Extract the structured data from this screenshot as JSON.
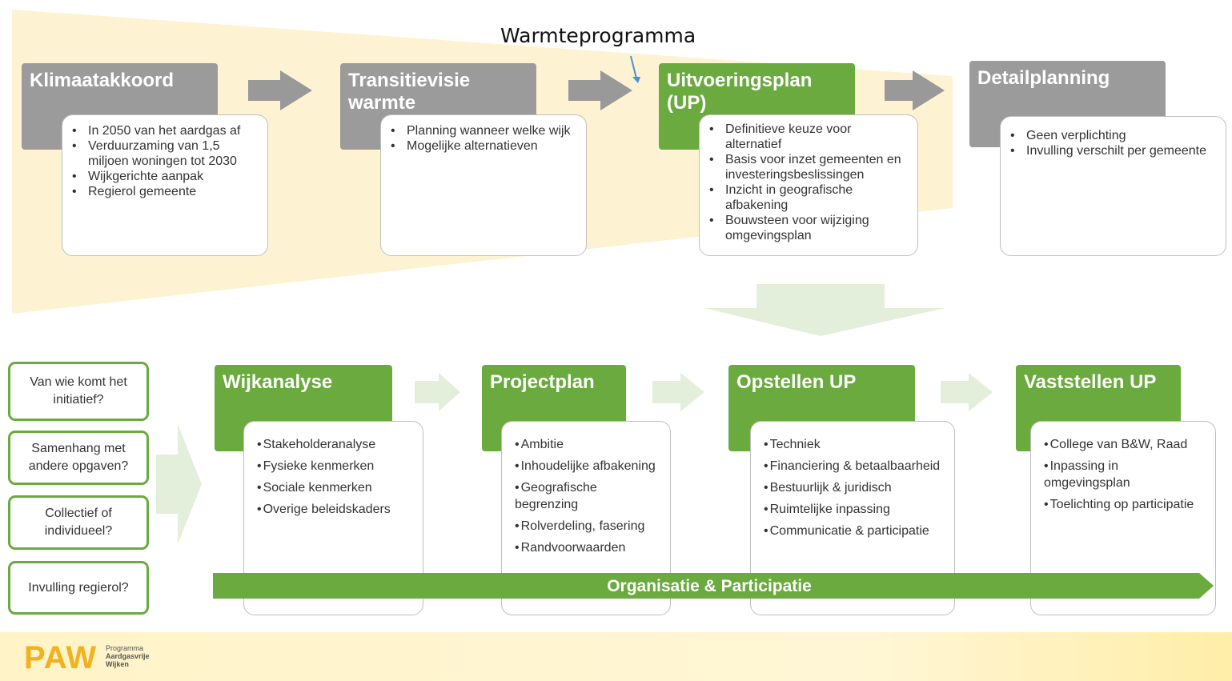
{
  "title": "Warmteprogramma",
  "top_steps": [
    {
      "heading": "Klimaatakkoord",
      "items": [
        "In 2050 van het aardgas af",
        "Verduurzaming van 1,5 miljoen woningen tot 2030",
        "Wijkgerichte aanpak",
        "Regierol gemeente"
      ]
    },
    {
      "heading": "Transitievisie warmte",
      "items": [
        "Planning wanneer welke wijk",
        "Mogelijke alternatieven"
      ]
    },
    {
      "heading": "Uitvoeringsplan (UP)",
      "items": [
        "Definitieve keuze voor alternatief",
        "Basis voor inzet gemeenten en investeringsbeslissingen",
        "Inzicht in geografische afbakening",
        "Bouwsteen voor wijziging omgevingsplan"
      ]
    },
    {
      "heading": "Detailplanning",
      "items": [
        "Geen verplichting",
        "Invulling verschilt per gemeente"
      ]
    }
  ],
  "questions": [
    "Van wie komt het initiatief?",
    "Samenhang met andere opgaven?",
    "Collectief of individueel?",
    "Invulling regierol?"
  ],
  "bottom_steps": [
    {
      "heading": "Wijkanalyse",
      "items": [
        "Stakeholderanalyse",
        "Fysieke kenmerken",
        "Sociale kenmerken",
        "Overige beleidskaders"
      ]
    },
    {
      "heading": "Projectplan",
      "items": [
        "Ambitie",
        "Inhoudelijke afbakening",
        "Geografische begrenzing",
        "Rolverdeling, fasering",
        "Randvoorwaarden"
      ]
    },
    {
      "heading": "Opstellen  UP",
      "items": [
        "Techniek",
        "Financiering & betaalbaarheid",
        "Bestuurlijk & juridisch",
        "Ruimtelijke inpassing",
        "Communicatie & participatie"
      ]
    },
    {
      "heading": "Vaststellen  UP",
      "items": [
        "College van B&W, Raad",
        "Inpassing in omgevingsplan",
        "Toelichting op participatie"
      ]
    }
  ],
  "banner": "Organisatie & Participatie",
  "footer": {
    "logo": "PAW",
    "sub_lines": [
      "Programma",
      "Aardgasvrije",
      "Wijken"
    ]
  },
  "colors": {
    "green": "#6aaa3f",
    "gray": "#9b9b9b",
    "yellow": "#fdf3d2",
    "light_green": "#e3efda"
  }
}
